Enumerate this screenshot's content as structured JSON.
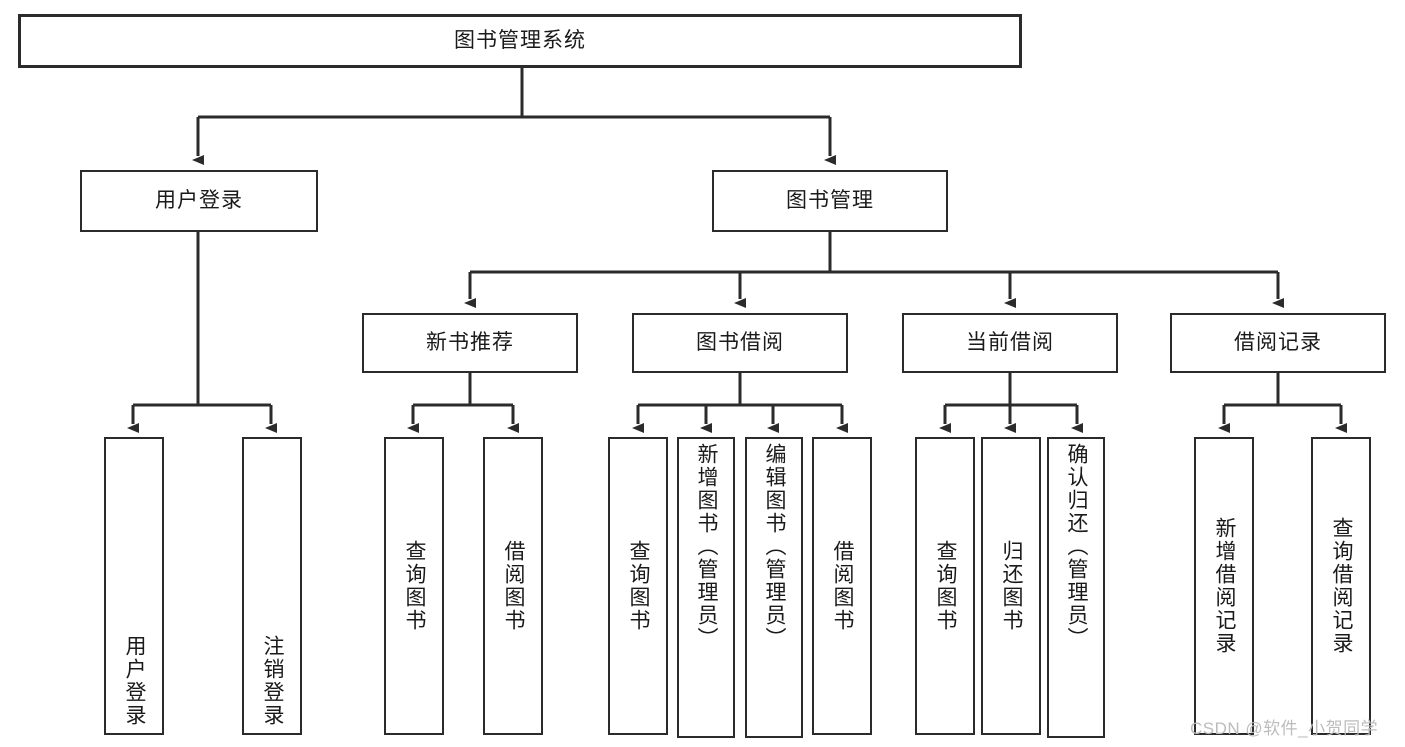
{
  "diagram": {
    "type": "tree-hierarchy",
    "title": "图书管理系统",
    "stroke_color": "#2b2b2b",
    "fill_color": "#ffffff",
    "text_color": "#1a1a1a",
    "nodes": {
      "root": {
        "label": "图书管理系统"
      },
      "level2": [
        {
          "id": "user-login",
          "label": "用户登录"
        },
        {
          "id": "book-manage",
          "label": "图书管理"
        }
      ],
      "level3": [
        {
          "id": "new-book-recommend",
          "label": "新书推荐"
        },
        {
          "id": "book-borrow",
          "label": "图书借阅"
        },
        {
          "id": "current-borrow",
          "label": "当前借阅"
        },
        {
          "id": "borrow-record",
          "label": "借阅记录"
        }
      ],
      "leaves": {
        "user_login": [
          {
            "id": "leaf-user-login",
            "label": "用户登录"
          },
          {
            "id": "leaf-logout-login",
            "label": "注销登录"
          }
        ],
        "new_book_recommend": [
          {
            "id": "leaf-query-book-1",
            "label": "查询图书"
          },
          {
            "id": "leaf-borrow-book-1",
            "label": "借阅图书"
          }
        ],
        "book_borrow": [
          {
            "id": "leaf-query-book-2",
            "label": "查询图书"
          },
          {
            "id": "leaf-add-book-admin",
            "label": "新增图书（管理员）"
          },
          {
            "id": "leaf-edit-book-admin",
            "label": "编辑图书（管理员）"
          },
          {
            "id": "leaf-borrow-book-2",
            "label": "借阅图书"
          }
        ],
        "current_borrow": [
          {
            "id": "leaf-query-book-3",
            "label": "查询图书"
          },
          {
            "id": "leaf-return-book",
            "label": "归还图书"
          },
          {
            "id": "leaf-confirm-return-admin",
            "label": "确认归还（管理员）"
          }
        ],
        "borrow_record": [
          {
            "id": "leaf-add-borrow-record",
            "label": "新增借阅记录"
          },
          {
            "id": "leaf-query-borrow-record",
            "label": "查询借阅记录"
          }
        ]
      }
    }
  },
  "watermark": {
    "text": "CSDN @软件_小贺同学",
    "color": "#bcbcbc"
  }
}
